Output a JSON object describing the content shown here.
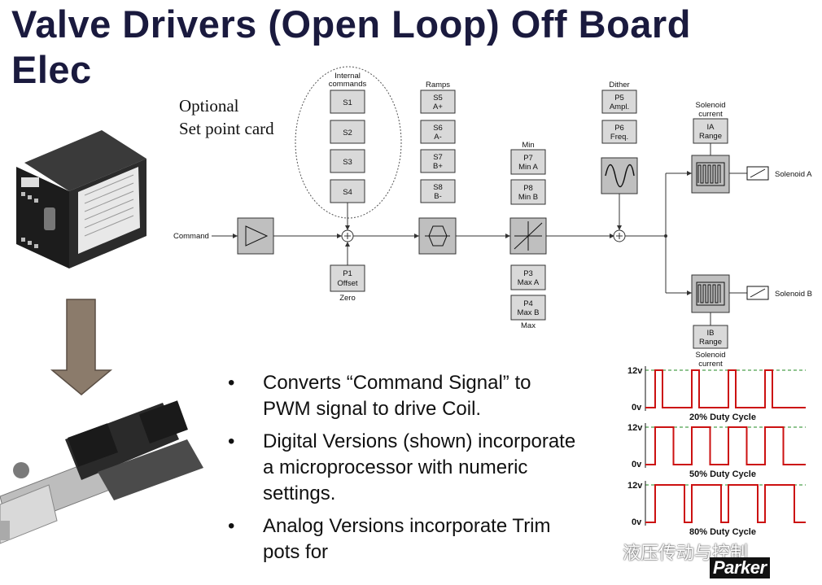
{
  "title": {
    "line1": "Valve Drivers (Open Loop) Off Board",
    "line2": "Elec"
  },
  "optional_label": {
    "line1": "Optional",
    "line2": "Set point card"
  },
  "diagram": {
    "internal_commands_label": [
      "Internal",
      "commands"
    ],
    "s_boxes": [
      "S1",
      "S2",
      "S3",
      "S4"
    ],
    "command_label": "Command",
    "ramps_label": "Ramps",
    "ramp_boxes": [
      [
        "S5",
        "A+"
      ],
      [
        "S6",
        "A-"
      ],
      [
        "S7",
        "B+"
      ],
      [
        "S8",
        "B-"
      ]
    ],
    "offset_box": [
      "P1",
      "Offset"
    ],
    "zero_label": "Zero",
    "min_label": "Min",
    "min_boxes": [
      [
        "P7",
        "Min A"
      ],
      [
        "P8",
        "Min B"
      ]
    ],
    "max_boxes": [
      [
        "P3",
        "Max A"
      ],
      [
        "P4",
        "Max B"
      ]
    ],
    "max_label": "Max",
    "dither_label": "Dither",
    "dither_boxes": [
      [
        "P5",
        "Ampl."
      ],
      [
        "P6",
        "Freq."
      ]
    ],
    "solenoid_current_label": [
      "Solenoid",
      "current"
    ],
    "ia_box": [
      "IA",
      "Range"
    ],
    "ib_box": [
      "IB",
      "Range"
    ],
    "solenoid_a_label": "Solenoid A",
    "solenoid_b_label": "Solenoid B"
  },
  "bullets": [
    "Converts “Command Signal” to PWM signal to drive Coil.",
    "Digital Versions (shown) incorporate a microprocessor with numeric settings.",
    "Analog Versions incorporate Trim pots for"
  ],
  "bullet_char": "•",
  "pwm_charts": [
    {
      "high_label": "12v",
      "low_label": "0v",
      "caption": "20% Duty Cycle",
      "duty": 0.2
    },
    {
      "high_label": "12v",
      "low_label": "0v",
      "caption": "50% Duty Cycle",
      "duty": 0.5
    },
    {
      "high_label": "12v",
      "low_label": "0v",
      "caption": "80% Duty Cycle",
      "duty": 0.8
    }
  ],
  "watermark": "液压传动与控制",
  "brand": "Parker",
  "colors": {
    "title": "#1a1a3e",
    "pwm_line": "#cc1111",
    "high_dash": "#228822",
    "box_fill": "#d9d9d9",
    "arrow_brown": "#8b7b6b"
  }
}
